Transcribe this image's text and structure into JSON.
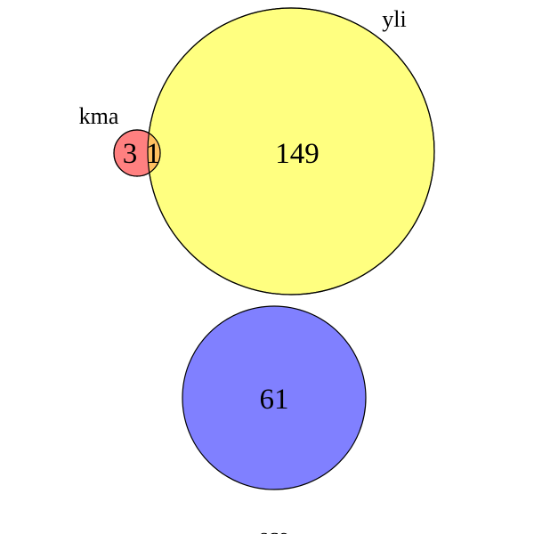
{
  "diagram": {
    "type": "venn",
    "sets": [
      {
        "id": "kma",
        "label": "kma",
        "color": "#ff8080"
      },
      {
        "id": "yli",
        "label": "yli",
        "color": "#ffff80"
      },
      {
        "id": "sce",
        "label": "sce",
        "color": "#8080ff"
      }
    ],
    "regions": [
      {
        "sets": [
          "kma"
        ],
        "count": "3"
      },
      {
        "sets": [
          "kma",
          "yli"
        ],
        "count": "1"
      },
      {
        "sets": [
          "yli"
        ],
        "count": "149"
      },
      {
        "sets": [
          "sce"
        ],
        "count": "61"
      }
    ],
    "overlap_color": "#ffbf60"
  }
}
